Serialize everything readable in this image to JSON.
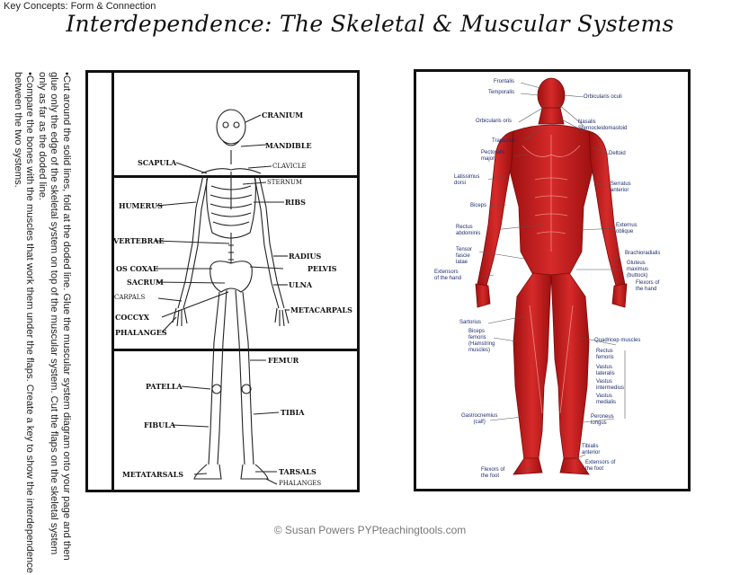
{
  "header": {
    "key_concepts": "Key Concepts: Form & Connection"
  },
  "title": "Interdependence: The Skeletal & Muscular Systems",
  "instructions": [
    "•Cut around the solid lines, fold at the doded line. Glue the muscular system diagram onto your page and then glue only the edge of the skeletal system on top of the muscular system. Cut the flaps on the skeletal system only as far as the doded line.",
    "•Compare the bones with the muscles that work them under the flaps. Create a key to show the interdependence between the two systems."
  ],
  "skeleton_labels": {
    "cranium": "CRANIUM",
    "mandible": "MANDIBLE",
    "scapula": "SCAPULA",
    "clavicle": "CLAVICLE",
    "sternum": "STERNUM",
    "humerus": "HUMERUS",
    "ribs": "RIBS",
    "vertebrae": "VERTEBRAE",
    "radius": "RADIUS",
    "os_coxae": "OS COXAE",
    "pelvis": "PELVIS",
    "sacrum": "SACRUM",
    "ulna": "ULNA",
    "carpals": "CARPALS",
    "coccyx": "COCCYX",
    "metacarpals": "METACARPALS",
    "phalanges_hand": "PHALANGES",
    "femur": "FEMUR",
    "patella": "PATELLA",
    "tibia": "TIBIA",
    "fibula": "FIBULA",
    "metatarsals": "METATARSALS",
    "tarsals": "TARSALS",
    "phalanges_foot": "PHALANGES"
  },
  "muscle_labels": {
    "frontalis": "Frontalis",
    "temporalis": "Temporalis",
    "orbicularis_oculi": "Orbicularis oculi",
    "orbicularis_oris": "Orbicularis oris",
    "nasalis": "Nasalis",
    "sternocleidomastoid": "Sternocleidomastoid",
    "trapezius": "Trapezius",
    "pectoralis": "Pectoralis",
    "pectoralis2": "major",
    "deltoid": "Deltoid",
    "latissimus": "Latissimus",
    "latissimus2": "dorsi",
    "serratus": "Serratus",
    "serratus2": "anterior",
    "biceps": "Biceps",
    "rectus_abd": "Rectus",
    "rectus_abd2": "abdominis",
    "externus": "Externus",
    "externus2": "oblique",
    "tensor": "Tensor",
    "tensor2": "fascie",
    "tensor3": "latae",
    "brachioradialis": "Brachioradialis",
    "gluteus": "Gluteus",
    "gluteus2": "maximus",
    "gluteus3": "(buttock)",
    "extensors_hand": "Extensors",
    "extensors_hand2": "of the hand",
    "flexors_hand": "Flexors of",
    "flexors_hand2": "the hand",
    "sartorius": "Sartorius",
    "biceps_fem": "Biceps",
    "biceps_fem2": "femoris",
    "biceps_fem3": "(Hamstring",
    "biceps_fem4": "muscles)",
    "quadricep": "Quadricep muscles",
    "rectus_fem": "Rectus",
    "rectus_fem2": "femoris",
    "vastus_lat": "Vastus",
    "vastus_lat2": "lateralis",
    "vastus_int": "Vastus",
    "vastus_int2": "intermedius",
    "vastus_med": "Vastus",
    "vastus_med2": "medialis",
    "gastrocnemius": "Gastrocnemius",
    "gastrocnemius2": "(calf)",
    "peroneus": "Peroneus",
    "peroneus2": "longus",
    "tibialis": "Tibialis",
    "tibialis2": "anterior",
    "extensors_foot": "Extensors of",
    "extensors_foot2": "the foot",
    "flexors_foot": "Flexors of",
    "flexors_foot2": "the foot"
  },
  "footer": "© Susan Powers PYPteachingtools.com",
  "colors": {
    "muscle": "#c41a1a",
    "muscle_dark": "#8e0e0e",
    "label_blue": "#1e2e6e"
  }
}
